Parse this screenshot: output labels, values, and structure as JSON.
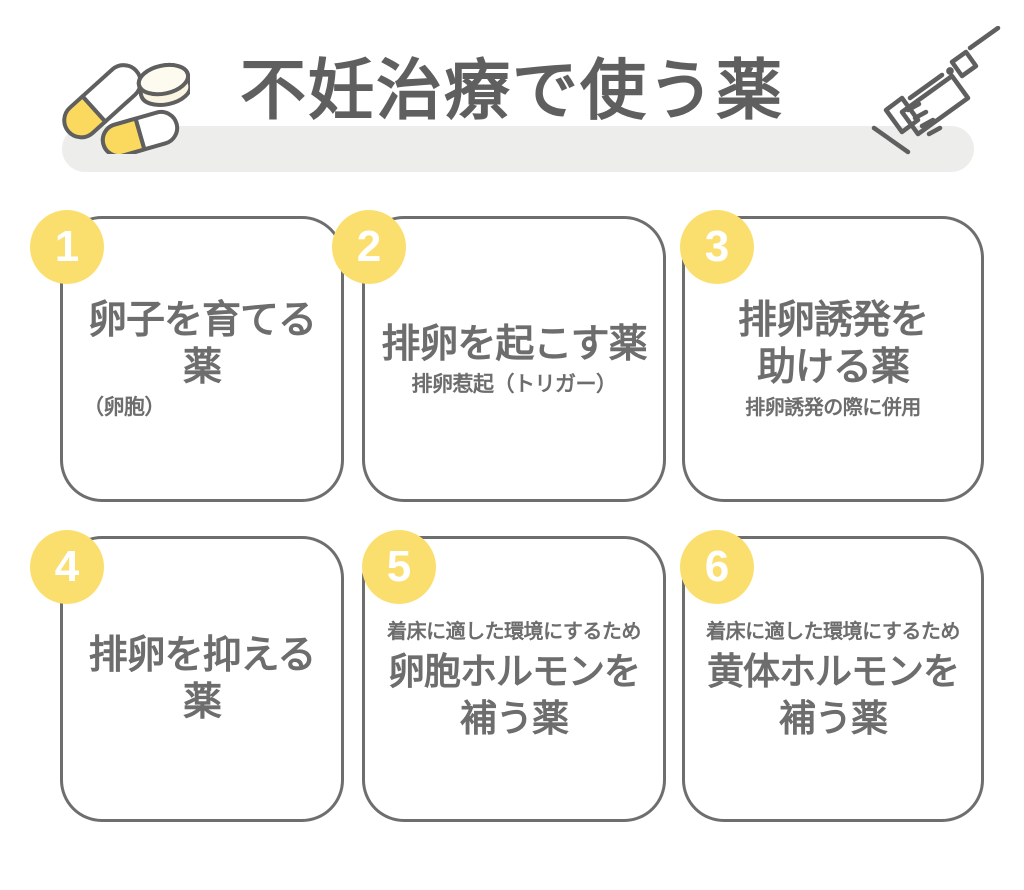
{
  "header": {
    "title": "不妊治療で使う薬",
    "left_icon": "pills-icon",
    "right_icon": "syringe-icon",
    "band_color": "#ededeb",
    "title_color": "#5f5f5f"
  },
  "theme": {
    "badge_color": "#fbdf6e",
    "badge_text_color": "#ffffff",
    "card_border_color": "#6e6e6e",
    "text_color": "#6d6d6d",
    "background": "#ffffff",
    "pill_yellow": "#fbd95e",
    "tablet_cream": "#faf5e2"
  },
  "cards": [
    {
      "number": "1",
      "title": "卵子を育てる薬",
      "subtitle": "（卵胞）",
      "subtitle_position": "below",
      "subtitle_align": "left"
    },
    {
      "number": "2",
      "title": "排卵を起こす薬",
      "subtitle": "排卵惹起（トリガー）",
      "subtitle_position": "below",
      "subtitle_align": "center"
    },
    {
      "number": "3",
      "title": "排卵誘発を\n助ける薬",
      "subtitle": "排卵誘発の際に併用",
      "subtitle_position": "below",
      "subtitle_align": "center"
    },
    {
      "number": "4",
      "title": "排卵を抑える薬",
      "subtitle": "",
      "subtitle_position": "none",
      "subtitle_align": "center"
    },
    {
      "number": "5",
      "title": "卵胞ホルモンを\n補う薬",
      "subtitle": "着床に適した環境にするため",
      "subtitle_position": "above",
      "subtitle_align": "center"
    },
    {
      "number": "6",
      "title": "黄体ホルモンを\n補う薬",
      "subtitle": "着床に適した環境にするため",
      "subtitle_position": "above",
      "subtitle_align": "center"
    }
  ]
}
